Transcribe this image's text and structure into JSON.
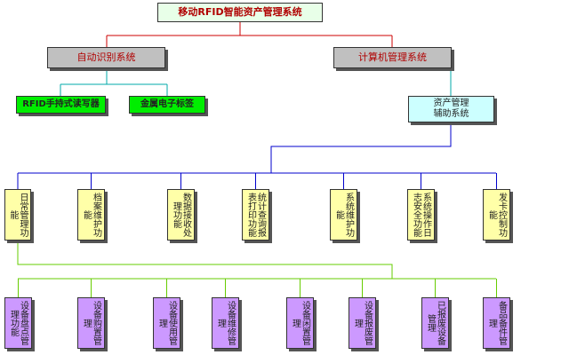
{
  "colors": {
    "top_fill": "#e8ffe8",
    "top_text": "#b00000",
    "gray_fill": "#c0c0c0",
    "gray_text": "#b00000",
    "green_fill": "#00ee00",
    "cyan_fill": "#ccffff",
    "yellow_fill": "#ffffa8",
    "purple_fill": "#cc99ff",
    "red_line": "#cc0000",
    "cyan_line": "#00aaaa",
    "blue_line": "#0000cc",
    "green_line": "#66cc00",
    "teal_line": "#00aaaa"
  },
  "nodes": {
    "root": "移动RFID智能资产管理系统",
    "auto_id": "自动识别系统",
    "computer_mgmt": "计算机管理系统",
    "rfid_reader": "RFID手持式读写器",
    "metal_tag": "金属电子标签",
    "asset_aux": "资产管理\n辅助系统"
  },
  "functions": [
    "日常管理功能",
    "档案维护功能",
    "数据接收处理功能",
    "统计查询报表打印功能",
    "系统维护功能",
    "系统操作日志安全功能",
    "发卡控制功能"
  ],
  "daily_items": [
    "设备盘点管理功能",
    "设备购置管理",
    "设备使用管理",
    "设备维修管理",
    "设备闲置管理",
    "设备报废管理",
    "已报废设备管理",
    "备品备件管理"
  ]
}
